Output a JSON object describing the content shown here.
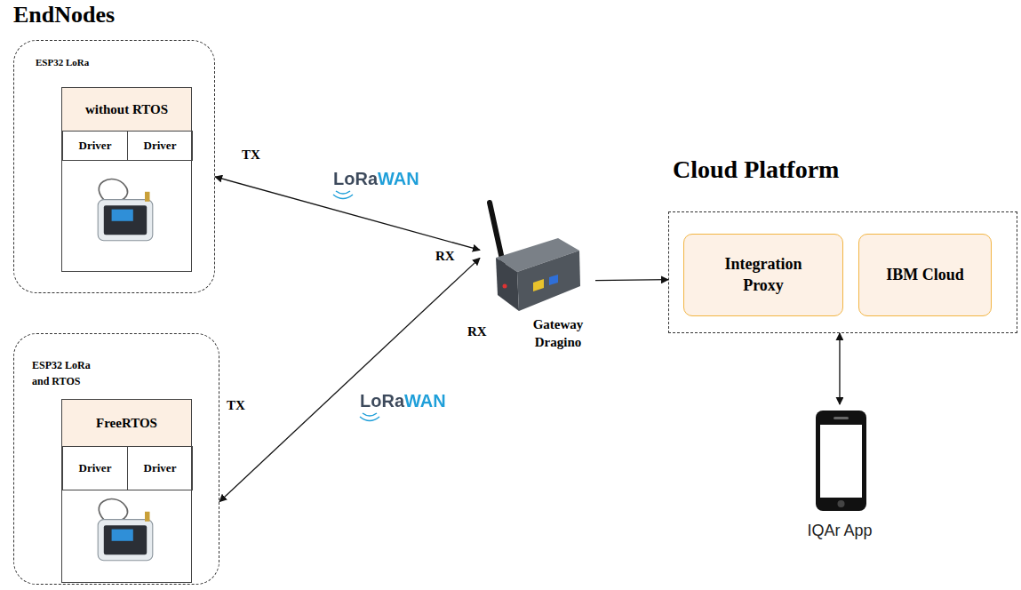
{
  "diagram": {
    "title": "EndNodes",
    "nodes": [
      {
        "text": [
          "ESP32 LoRa"
        ]
      },
      {
        "text": [
          "without RTOS"
        ],
        "in": 0
      },
      {
        "text": [
          "Driver"
        ],
        "in": 1
      },
      {
        "text": [
          "Driver"
        ],
        "in": 1
      },
      {
        "text": [
          "ESP32 LoRa and RTOS"
        ]
      },
      {
        "text": [
          "FreeRTOS"
        ],
        "in": 4
      },
      {
        "text": [
          "Driver"
        ],
        "in": 5
      },
      {
        "text": [
          "Driver"
        ],
        "in": 5
      },
      {
        "text": [
          "Gateway Dragino"
        ]
      },
      {
        "text": [
          "Cloud Platform"
        ]
      },
      {
        "text": [
          "Integration Proxy"
        ],
        "in": 9
      },
      {
        "text": [
          "IBM Cloud"
        ],
        "in": 9
      },
      {
        "text": [
          "IQAr App"
        ]
      }
    ],
    "edges": [
      {
        "from": 0,
        "to": 8,
        "arrow": "both"
      },
      {
        "from": 4,
        "to": 8,
        "arrow": "both"
      },
      {
        "from": 8,
        "to": 9,
        "arrow": "to"
      },
      {
        "from": 9,
        "to": 12,
        "arrow": "both"
      }
    ],
    "labels": [
      "TX",
      "LoRaWAN",
      "RX",
      "RX",
      "TX",
      "LoRaWAN"
    ]
  }
}
